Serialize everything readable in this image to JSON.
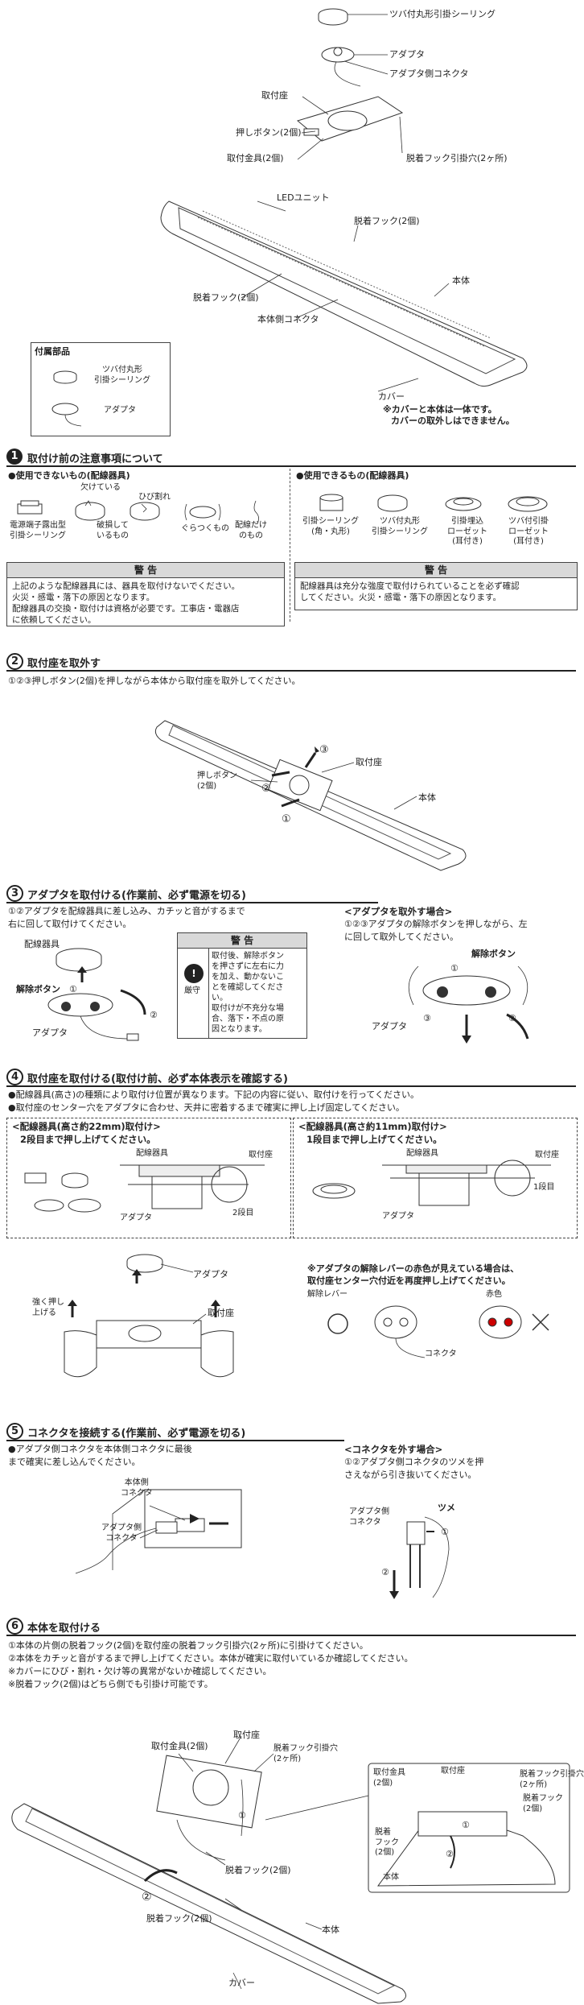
{
  "parts_top": {
    "ceiling_cover": "ツバ付丸形引掛シーリング",
    "adapter": "アダプタ",
    "adapter_connector": "アダプタ側コネクタ",
    "mount_base": "取付座",
    "push_button": "押しボタン(2個)",
    "mount_fitting": "取付金具(2個)",
    "hook_holes": "脱着フック引掛穴(2ヶ所)",
    "led_unit": "LEDユニット",
    "hook_right": "脱着フック(2個)",
    "body": "本体",
    "hook_left": "脱着フック(2個)",
    "body_connector": "本体側コネクタ",
    "cover": "カバー",
    "note_line1": "※カバーと本体は一体です。",
    "note_line2": "カバーの取外しはできません。"
  },
  "accessories": {
    "title": "付属部品",
    "item1": "ツバ付丸形\n引掛シーリング",
    "item2": "アダプタ"
  },
  "section1": {
    "num": "1",
    "title": "取付け前の注意事項について",
    "unusable_title": "●使用できないもの(配線器具)",
    "unusable_items": [
      "電源端子露出型\n引掛シーリング",
      "破損して\nいるもの",
      "ぐらつくもの",
      "配線だけ\nのもの"
    ],
    "crack_label": "欠けている",
    "crack_label2": "ひび割れ",
    "usable_title": "●使用できるもの(配線器具)",
    "usable_items": [
      "引掛シーリング\n(角・丸形)",
      "ツバ付丸形\n引掛シーリング",
      "引掛埋込\nローゼット\n(耳付き)",
      "ツバ付引掛\nローゼット\n(耳付き)"
    ],
    "warn_label": "警 告",
    "warn_left": "上記のような配線器具には、器具を取付けないでください。\n火災・感電・落下の原因となります。\n配線器具の交換・取付けは資格が必要です。工事店・電器店\nに依頼してください。",
    "warn_right": "配線器具は充分な強度で取付けられていることを必ず確認\nしてください。火災・感電・落下の原因となります。"
  },
  "section2": {
    "num": "2",
    "title": "取付座を取外す",
    "instruction": "①②③押しボタン(2個)を押しながら本体から取付座を取外してください。",
    "label_button": "押しボタン\n(2個)",
    "label_base": "取付座",
    "label_body": "本体",
    "n1": "①",
    "n2": "②",
    "n3": "③"
  },
  "section3": {
    "num": "3",
    "title": "アダプタを取付ける(作業前、必ず電源を切る)",
    "instruction": "①②アダプタを配線器具に差し込み、カチッと音がするまで\n右に回して取付けてください。",
    "label_fixture": "配線器具",
    "label_release": "解除ボタン",
    "label_adapter": "アダプタ",
    "warn_label": "警 告",
    "warn_prohibit": "厳守",
    "warn_text": "取付後、解除ボタン\nを押さずに左右に力\nを加え、動かないこ\nとを確認してくださ\nい。\n取付けが不充分な場\n合、落下・不点の原\n因となります。",
    "remove_title": "<アダプタを取外す場合>",
    "remove_text": "①②③アダプタの解除ボタンを押しながら、左\nに回して取外してください。",
    "remove_release": "解除ボタン",
    "remove_adapter": "アダプタ"
  },
  "section4": {
    "num": "4",
    "title": "取付座を取付ける(取付け前、必ず本体表示を確認する)",
    "bullet1": "●配線器具(高さ)の種類により取付け位置が異なります。下記の内容に従い、取付けを行ってください。",
    "bullet2": "●取付座のセンター穴をアダプタに合わせ、天井に密着するまで確実に押し上げ固定してください。",
    "left_title": "<配線器具(高さ約22mm)取付け>",
    "left_sub": "2段目まで押し上げてください。",
    "right_title": "<配線器具(高さ約11mm)取付け>",
    "right_sub": "1段目まで押し上げてください。",
    "lbl_fixture": "配線器具",
    "lbl_base": "取付座",
    "lbl_adapter": "アダプタ",
    "lbl_step2": "2段目",
    "lbl_step1": "1段目",
    "push_label": "強く押し\n上げる",
    "lbl_adapter2": "アダプタ",
    "lbl_base2": "取付座",
    "lever_note": "※アダプタの解除レバーの赤色が見えている場合は、\n取付座センター穴付近を再度押し上げてください。",
    "lever_label": "解除レバー",
    "red_label": "赤色",
    "connector_label": "コネクタ",
    "ok_mark": "○",
    "ng_mark": "×"
  },
  "section5": {
    "num": "5",
    "title": "コネクタを接続する(作業前、必ず電源を切る)",
    "instruction": "●アダプタ側コネクタを本体側コネクタに最後\nまで確実に差し込んでください。",
    "lbl_body_conn": "本体側\nコネクタ",
    "lbl_adapter_conn": "アダプタ側\nコネクタ",
    "remove_title": "<コネクタを外す場合>",
    "remove_text": "①②アダプタ側コネクタのツメを押\nさえながら引き抜いてください。",
    "lbl_adapter_conn2": "アダプタ側\nコネクタ",
    "lbl_claw": "ツメ",
    "n1": "①",
    "n2": "②"
  },
  "section6": {
    "num": "6",
    "title": "本体を取付ける",
    "lines": [
      "①本体の片側の脱着フック(2個)を取付座の脱着フック引掛穴(2ヶ所)に引掛けてください。",
      "②本体をカチッと音がするまで押し上げてください。本体が確実に取付いているか確認してください。",
      "※カバーにひび・割れ・欠け等の異常がないか確認してください。",
      "※脱着フック(2個)はどちら側でも引掛け可能です。"
    ],
    "lbl_fitting": "取付金具(2個)",
    "lbl_base": "取付座",
    "lbl_holes": "脱着フック引掛穴\n(2ヶ所)",
    "lbl_hook": "脱着フック(2個)",
    "lbl_body": "本体",
    "lbl_hook2": "脱着フック(2個)",
    "lbl_cover": "カバー",
    "inset_fitting": "取付金具\n(2個)",
    "inset_base": "取付座",
    "inset_holes": "脱着フック引掛穴\n(2ヶ所)",
    "inset_hook": "脱着フック\n(2個)",
    "inset_hook2": "脱着\nフック\n(2個)",
    "inset_body": "本体",
    "n1": "①",
    "n2": "②"
  }
}
